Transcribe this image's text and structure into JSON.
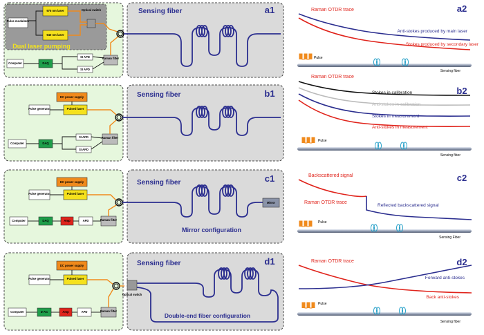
{
  "panels": {
    "a1": {
      "tag": "a1",
      "sensing_label": "Sensing fiber",
      "pump_label": "Dual laser pumping",
      "boxes": {
        "modulator": "Pulse modulator",
        "laser_top": "975 nm laser",
        "laser_bottom": "940 nm laser",
        "switch": "Optical switch",
        "computer": "Computer",
        "daq": "DAQ",
        "si_top": "SI APD",
        "si_bottom": "SI APD",
        "raman": "Raman filter"
      }
    },
    "b1": {
      "tag": "b1",
      "sensing_label": "Sensing fiber",
      "boxes": {
        "dc": "DC power supply",
        "pulse_gen": "Pulse generator",
        "pulsed_laser": "Pulsed laser",
        "computer": "Computer",
        "daq": "DAQ",
        "si_top": "SI APD",
        "si_bottom": "SI APD",
        "raman": "Raman filter"
      }
    },
    "c1": {
      "tag": "c1",
      "sensing_label": "Sensing fiber",
      "config_label": "Mirror configuration",
      "mirror": "Mirror",
      "boxes": {
        "dc": "DC power supply",
        "pulse_gen": "Pulse generator",
        "pulsed_laser": "Pulsed laser",
        "computer": "Computer",
        "daq": "DAQ",
        "amp": "Amp",
        "apd": "APD",
        "raman": "Raman filter"
      }
    },
    "d1": {
      "tag": "d1",
      "sensing_label": "Sensing fiber",
      "config_label": "Double-end fiber configuration",
      "switch_label": "Optical switch",
      "boxes": {
        "dc": "DC power supply",
        "pulse_gen": "Pulse generator",
        "pulsed_laser": "Pulsed laser",
        "computer": "Computer",
        "daq": "D-AC",
        "amp": "Amp",
        "apd": "APD",
        "raman": "Raman filter"
      }
    },
    "a2": {
      "tag": "a2",
      "title": "Raman OTDR trace",
      "curve1": "Anti-stokes produced by main laser",
      "curve2": "Stokes produced by secondary laser",
      "pulse": "Pulse",
      "fiber": "Sensing fiber"
    },
    "b2": {
      "tag": "b2",
      "title": "Raman OTDR trace",
      "curve1": "Stokes in calibration",
      "curve2": "Anti-stokes in calibration",
      "curve3": "Stokes in measurement",
      "curve4": "Anti-stokes in measurement",
      "pulse": "Pulse",
      "fiber": "Sensing fiber"
    },
    "c2": {
      "tag": "c2",
      "title1": "Backscattered signal",
      "title2": "Raman OTDR trace",
      "curve1": "Reflected backscattered signal",
      "pulse": "Pulse",
      "fiber": "Sensing Fiber"
    },
    "d2": {
      "tag": "d2",
      "title": "Raman OTDR trace",
      "curve1": "Forward anti-stokes",
      "curve2": "Back anti-stokes",
      "pulse": "Pulse",
      "fiber": "Sensing fiber"
    }
  },
  "colors": {
    "laser_yellow": "#f5e11c",
    "orange_box": "#f08a1c",
    "daq_green": "#1e9e4a",
    "amp_red": "#e0241c",
    "fiber_blue": "#2b2e8f",
    "curve_red": "#e0241c",
    "curve_black": "#111111",
    "curve_gray": "#bbbbbb",
    "panel_green": "#e6f7dd",
    "panel_gray": "#dadada",
    "coil_cyan": "#25a0c8"
  }
}
